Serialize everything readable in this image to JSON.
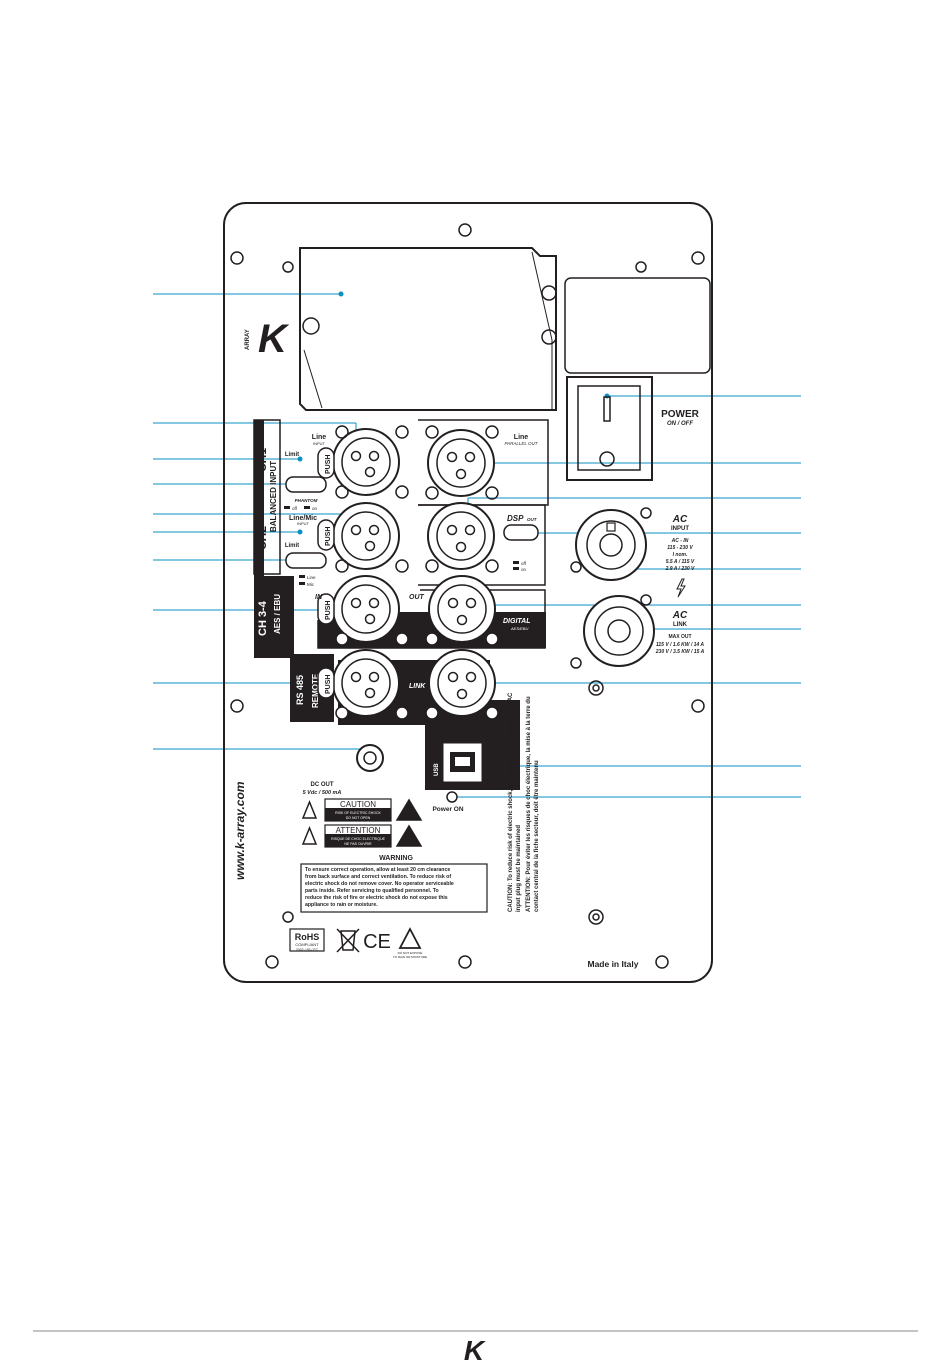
{
  "brand": {
    "logo_letter": "K",
    "logo_small": "ARRAY",
    "website": "www.k-array.com"
  },
  "power": {
    "title": "POWER",
    "subtitle": "ON / OFF"
  },
  "channels": {
    "ch1": "CH1",
    "balanced_input": "BALANCED INPUT",
    "ch2": "CH2",
    "ch34": "CH 3-4",
    "aes_ebu": "AES / EBU",
    "rs485": "RS 485",
    "remote": "REMOTE"
  },
  "inputs": {
    "line_input": "Line",
    "line_input_sub": "INPUT",
    "limit_1": "Limit",
    "phantom": "PHANTOM",
    "off": "off",
    "on": "on",
    "line_mic": "Line/Mic",
    "line_mic_sub": "INPUT",
    "limit_2": "Limit",
    "line_opt": "Line",
    "mic_opt": "Mic",
    "push": "PUSH",
    "in": "IN",
    "out": "OUT"
  },
  "outputs": {
    "line_parallel": "Line",
    "parallel_out": "PARALLEL OUT",
    "dsp": "DSP",
    "dsp_out": "OUT",
    "dsp_off": "off",
    "dsp_on": "on",
    "digital": "DIGITAL",
    "digital_sub": "AES/EBU",
    "link": "LINK",
    "usb": "USB",
    "power_on": "Power ON"
  },
  "ac": {
    "input_title": "AC",
    "input_sub": "INPUT",
    "spec_1": "AC - IN",
    "spec_2": "115 - 230 V",
    "spec_3": "I nom.",
    "spec_4": "5.5 A / 115 V",
    "spec_5": "2.9 A / 230 V",
    "link_title": "AC",
    "link_sub": "LINK",
    "max_out": "MAX OUT",
    "max_1": "115 V / 1.6 KW / 14 A",
    "max_2": "230 V / 3.5 KW / 15 A"
  },
  "dc": {
    "title": "DC OUT",
    "spec": "5 Vdc / 500 mA"
  },
  "safety": {
    "caution": "CAUTION",
    "caution_sub": "RISK OF ELECTRIC SHOCK",
    "caution_sub2": "DO NOT OPEN",
    "attention": "ATTENTION",
    "attention_sub": "RISQUE DE CHOC ELECTRIQUE",
    "attention_sub2": "NE PAS OUVRIR",
    "warning_title": "WARNING",
    "warning_lines": [
      "To ensure correct operation, allow at least 20 cm clearance",
      "from back surface and correct ventilation. To reduce risk of",
      "electric shock do not remove cover. No operator serviceable",
      "parts inside. Refer servicing to qualified personnel. To",
      "reduce the risk of fire or electric shock do not expose this",
      "appliance to rain or moisture."
    ],
    "vertical_caution_1": "CAUTION: To reduce risk of electric shock, grounding of the center pin of AC",
    "vertical_caution_2": "input plug must be maintained",
    "vertical_attention_1": "ATTENTION: Pour éviter les risques de choc électrique, la mise à la terre du",
    "vertical_attention_2": "contact central de la fiche secteur, doit être maintenu"
  },
  "compliance": {
    "rohs": "RoHS",
    "rohs_sub": "COMPLIANT",
    "rohs_sub2": "2002 / 95 / EC",
    "ce": "CE",
    "tri_note": "DO NOT EXPOSE",
    "tri_note2": "TO RAIN OR MOISTURE",
    "made_in": "Made in Italy"
  },
  "footer": {
    "logo_letter": "K"
  },
  "colors": {
    "callout": "#0a8fc4",
    "ink": "#231f20",
    "panel": "#ffffff"
  }
}
